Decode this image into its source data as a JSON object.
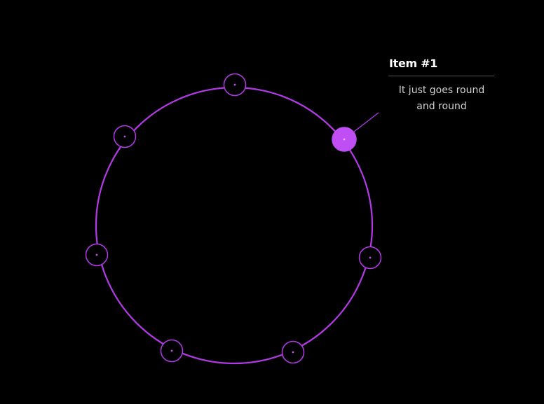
{
  "colors": {
    "background": "#000000",
    "accent": "#c04ef5",
    "ring": "#b43ae8",
    "title": "#ffffff",
    "text": "#d2d2d2",
    "rule": "#555555"
  },
  "orbit": {
    "active_index": 0,
    "items": [
      {
        "id": "item-1"
      },
      {
        "id": "item-2"
      },
      {
        "id": "item-3"
      },
      {
        "id": "item-4"
      },
      {
        "id": "item-5"
      },
      {
        "id": "item-6"
      },
      {
        "id": "item-7"
      }
    ]
  },
  "tooltip": {
    "title": "Item #1",
    "line1": "It just goes round",
    "line2": "and round"
  }
}
